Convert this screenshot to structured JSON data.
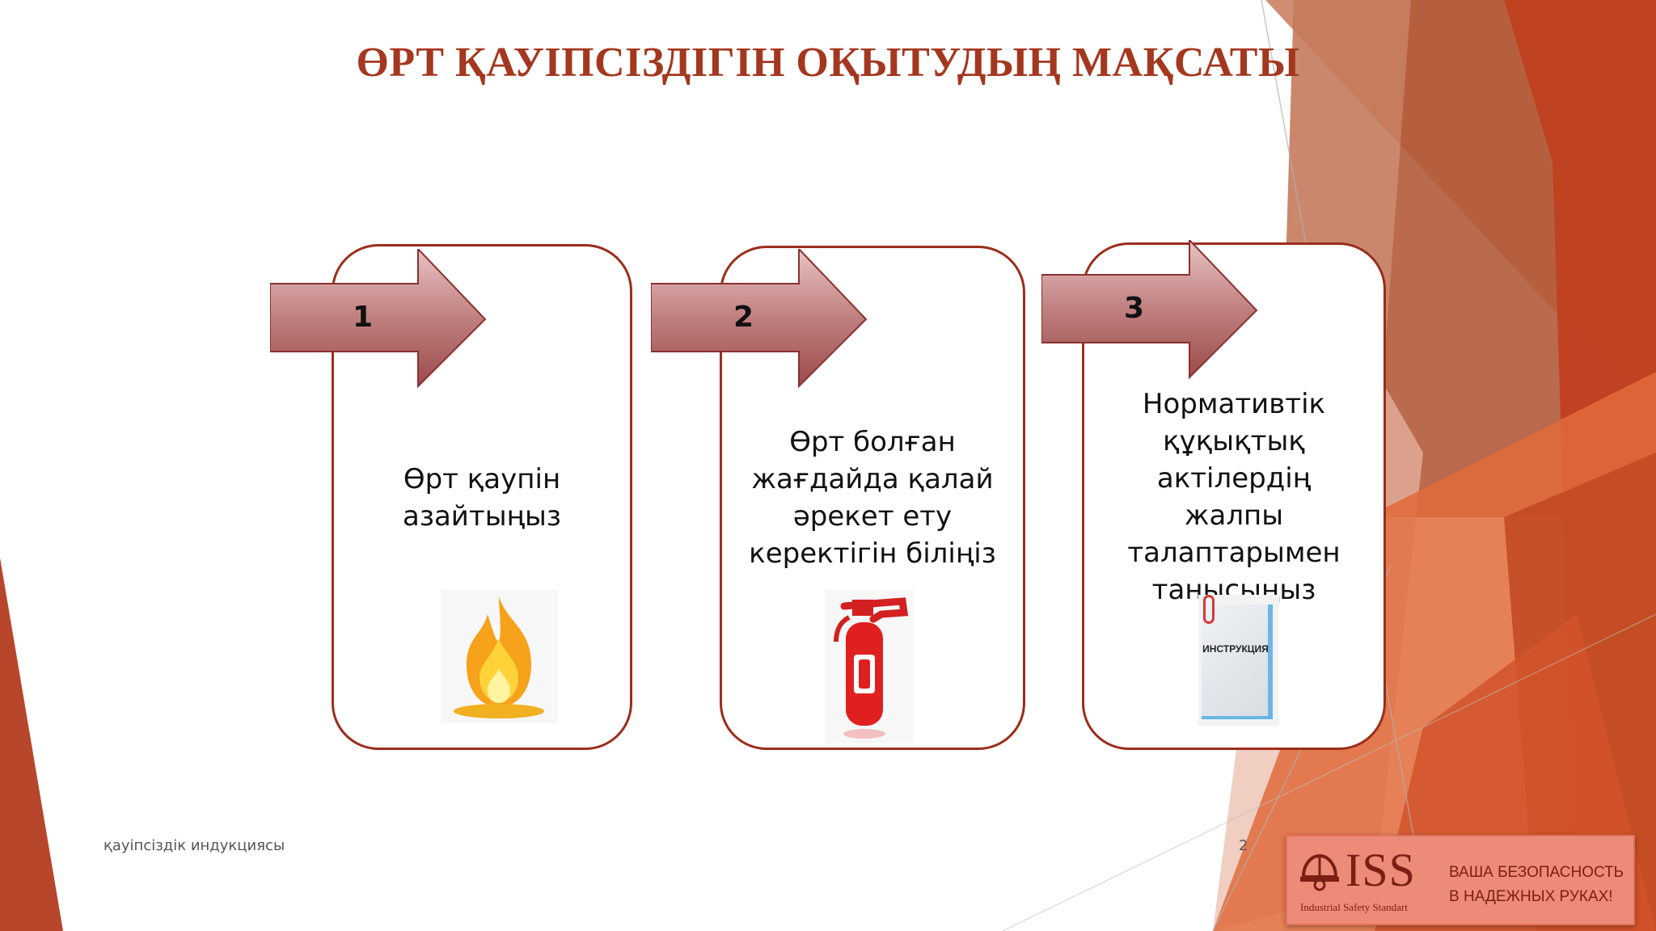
{
  "slide": {
    "title": "ӨРТ ҚАУІПСІЗДІГІН ОҚЫТУДЫҢ МАҚСАТЫ",
    "steps": [
      {
        "number": "1",
        "text": "Өрт қаупін\nазайтыңыз",
        "icon": "fire-icon"
      },
      {
        "number": "2",
        "text": "Өрт болған\nжағдайда қалай\nәрекет ету\nкеректігін біліңіз",
        "icon": "fire-extinguisher-icon"
      },
      {
        "number": "3",
        "text": "Нормативтік\nқұқықтық\nактілердің\nжалпы\nталаптарымен\nтанысыңыз",
        "icon": "instruction-document-icon",
        "icon_label": "ИНСТРУКЦИЯ"
      }
    ],
    "footer": {
      "left_text": "қауіпсіздік индукциясы",
      "page_number": "2"
    }
  },
  "logo": {
    "brand": "ISS",
    "subtitle": "Industrial Safety Standart",
    "slogan": "ВАША БЕЗОПАСНОСТЬ В НАДЕЖНЫХ РУКАХ!"
  },
  "colors": {
    "title": "#a4371f",
    "card_border": "#9a2e1c",
    "arrow_fill": "#b06060",
    "accent_orange": "#d9602f",
    "accent_dark": "#b3391c",
    "logo_bg": "#ec8b78"
  }
}
